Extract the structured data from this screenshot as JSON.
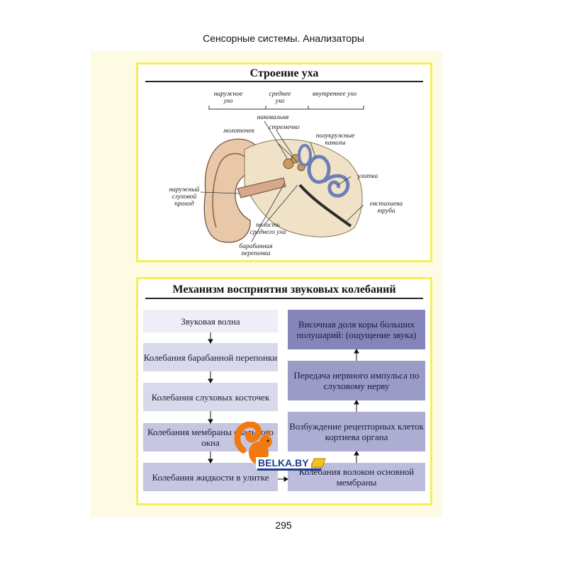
{
  "header": {
    "title": "Сенсорные системы. Анализаторы"
  },
  "ear_panel": {
    "title": "Строение уха",
    "sections": [
      "наружное ухо",
      "среднее ухо",
      "внутреннее ухо"
    ],
    "labels": {
      "anvil": "наковальня",
      "stirrup": "стремечко",
      "hammer": "молоточек",
      "canals": "полукружные каналы",
      "cochlea": "улитка",
      "ear_canal": "наружный слуховой проход",
      "eustachian": "евстахиева труба",
      "middle_cavity": "полость среднего уха",
      "eardrum": "барабанная перепонка"
    },
    "colors": {
      "skin": "#e8c8a8",
      "bone": "#efe2c6",
      "labyrinth": "#6e7fb8",
      "tube": "#2c2c2c"
    }
  },
  "mechanism_panel": {
    "title": "Механизм восприятия звуковых колебаний",
    "left_steps": [
      "Звуковая волна",
      "Колебания барабанной перепонки",
      "Колебания слуховых косточек",
      "Колебания мембраны овального окна",
      "Колебания жидкости в улитке"
    ],
    "right_steps": [
      "Височная доля коры больших полушарий: (ощущение звука)",
      "Передача нервного импульса по слуховому нерву",
      "Возбуждение рецепторных клеток кортиева органа",
      "Колебания волокон основной мембраны"
    ]
  },
  "watermark": {
    "text": "BELKA.BY",
    "icon": "squirrel-icon"
  },
  "footer": {
    "page_number": "295"
  }
}
